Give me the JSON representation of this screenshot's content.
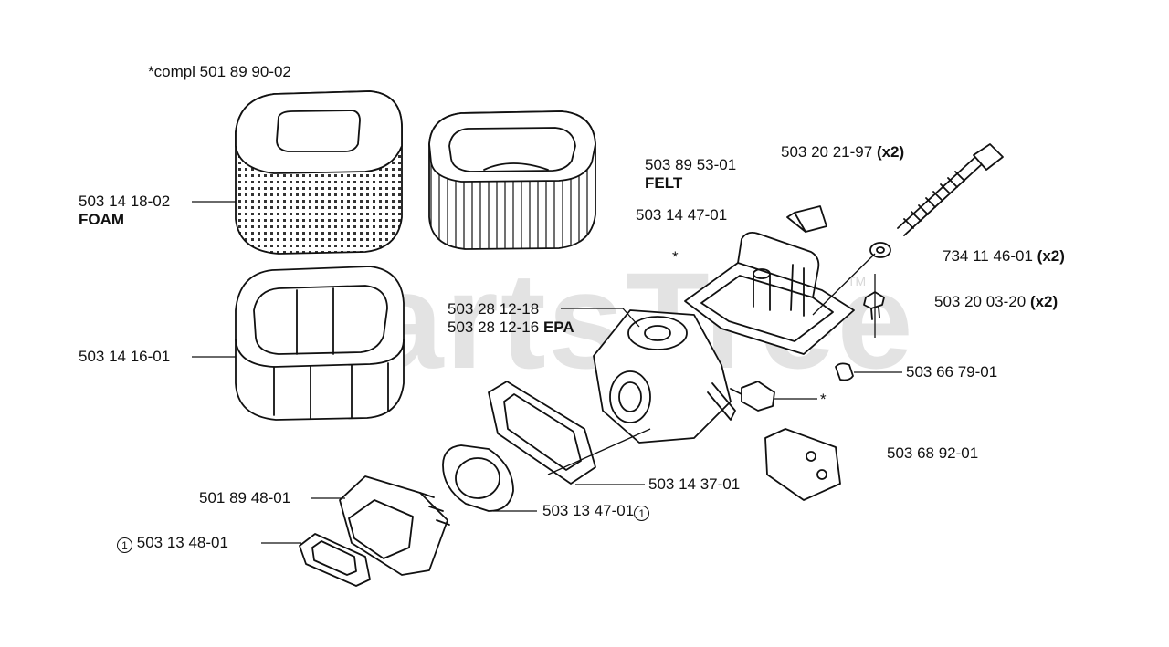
{
  "watermark": "PartsTree",
  "watermark_tm": "TM",
  "labels": {
    "compl": "*compl 501 89 90-02",
    "foam_part": "503 14 18-02",
    "foam_text": "FOAM",
    "frame_part": "503 14 16-01",
    "felt_part": "503 89 53-01",
    "felt_text": "FELT",
    "holder_part": "503 14 47-01",
    "asterisk1": "*",
    "asterisk2": "*",
    "screw_part": "503 20 21-97",
    "screw_qty": "(x2)",
    "washer_part": "734 11 46-01",
    "washer_qty": "(x2)",
    "bolt_part": "503 20 03-20",
    "bolt_qty": "(x2)",
    "carb1": "503 28 12-18",
    "carb2": "503 28 12-16",
    "carb2_epa": "EPA",
    "plug_part": "503 66 79-01",
    "bracket_part": "503 68 92-01",
    "gasket_frame_part": "503 14 37-01",
    "intake_part": "501 89 48-01",
    "gasket_round_part": "503 13 47-01",
    "gasket_small_part": "503 13 48-01",
    "circle_mark": "1"
  }
}
